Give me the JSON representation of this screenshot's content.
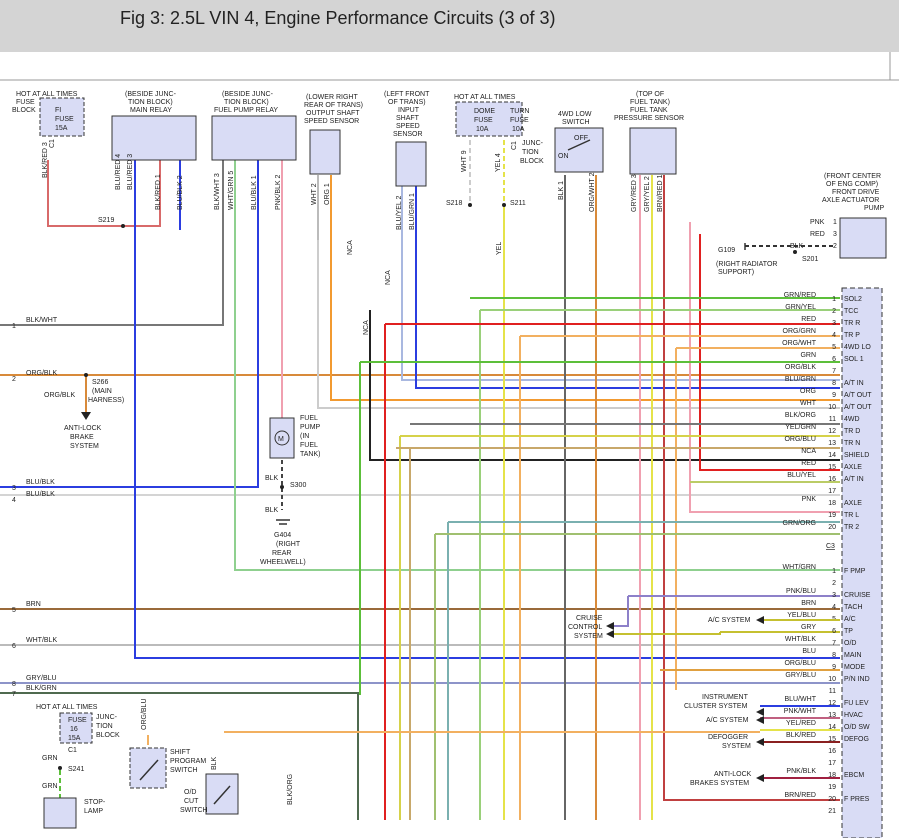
{
  "header": {
    "title": "Fig 3: 2.5L VIN 4, Engine Performance Circuits (3 of 3)"
  },
  "top_components": {
    "fuse_block": {
      "l1": "HOT AT ALL TIMES",
      "l2": "FUSE",
      "l3": "BLOCK",
      "fuse1": "FI",
      "fuse2": "FUSE",
      "fuse3": "15A",
      "c": "C1"
    },
    "main_relay": {
      "l1": "(BESIDE JUNC-",
      "l2": "TION BLOCK)",
      "l3": "MAIN RELAY"
    },
    "fuel_pump_relay": {
      "l1": "(BESIDE JUNC-",
      "l2": "TION BLOCK)",
      "l3": "FUEL PUMP RELAY"
    },
    "output_sensor": {
      "l1": "(LOWER RIGHT",
      "l2": "REAR OF TRANS)",
      "l3": "OUTPUT SHAFT",
      "l4": "SPEED SENSOR"
    },
    "input_sensor": {
      "l1": "(LEFT FRONT",
      "l2": "OF TRANS)",
      "l3": "INPUT",
      "l4": "SHAFT",
      "l5": "SPEED",
      "l6": "SENSOR"
    },
    "junction_block": {
      "l1": "HOT AT ALL TIMES",
      "dome1": "DOME",
      "dome2": "FUSE",
      "dome3": "10A",
      "turn1": "TURN",
      "turn2": "FUSE",
      "turn3": "10A",
      "j1": "JUNC-",
      "j2": "TION",
      "j3": "BLOCK",
      "c": "C1"
    },
    "low_switch": {
      "l1": "4WD LOW",
      "l2": "SWITCH",
      "off": "OFF",
      "on": "ON"
    },
    "pressure_sensor": {
      "l1": "(TOP OF",
      "l2": "FUEL TANK)",
      "l3": "FUEL TANK",
      "l4": "PRESSURE SENSOR"
    },
    "axle_pump": {
      "l1": "(FRONT CENTER",
      "l2": "OF ENG COMP)",
      "l3": "FRONT DRIVE",
      "l4": "AXLE ACTUATOR",
      "l5": "PUMP"
    }
  },
  "vertical_wire_labels": {
    "blk_red_3": "BLK/RED 3",
    "blu_red_4": "BLU/RED 4",
    "blu_red_3": "BLU/RED 3",
    "blk_red_1": "BLK/RED 1",
    "blu_blk_2": "BLU/BLK 2",
    "blk_wht_3": "BLK/WHT 3",
    "wht_grn_5": "WHT/GRN 5",
    "blu_blk_1": "BLU/BLK 1",
    "pnk_blk_2": "PNK/BLK 2",
    "wht_2": "WHT 2",
    "org_1": "ORG 1",
    "blu_yel_2": "BLU/YEL 2",
    "blu_grn_1": "BLU/GRN 1",
    "wht_9": "WHT 9",
    "yel_4": "YEL 4",
    "blk_1": "BLK 1",
    "org_wht_2": "ORG/WHT 2",
    "gry_red_3": "GRY/RED 3",
    "gry_yel_2": "GRY/YEL 2",
    "brn_red_1": "BRN/RED 1",
    "nca1": "NCA",
    "nca2": "NCA",
    "nca3": "NCA",
    "yel": "YEL",
    "org_blu": "ORG/BLU",
    "blk_org": "BLK/ORG",
    "blk": "BLK"
  },
  "splices": {
    "s219": "S219",
    "s218": "S218",
    "s211": "S211",
    "s201": "S201",
    "s266": "S266",
    "s266b": "(MAIN",
    "s266c": "HARNESS)",
    "s300": "S300",
    "s241": "S241"
  },
  "grounds": {
    "g109": "G109",
    "g109b": "(RIGHT RADIATOR",
    "g109c": "SUPPORT)",
    "g404": "G404",
    "g404b": "(RIGHT",
    "g404c": "REAR",
    "g404d": "WHEELWELL)"
  },
  "pump_wires": [
    {
      "color": "PNK",
      "pin": "1"
    },
    {
      "color": "RED",
      "pin": "3"
    },
    {
      "color": "BLK",
      "pin": "2"
    }
  ],
  "left_wires": [
    {
      "num": "1",
      "label": "BLK/WHT"
    },
    {
      "num": "2",
      "label": "ORG/BLK"
    },
    {
      "num": "3",
      "label": "BLU/BLK"
    },
    {
      "num": "4",
      "label": "BLU/BLK"
    },
    {
      "num": "5",
      "label": "BRN"
    },
    {
      "num": "6",
      "label": "WHT/BLK"
    },
    {
      "num": "7",
      "label": "BLK/GRN"
    },
    {
      "num": "8",
      "label": "GRY/BLU"
    }
  ],
  "left_misc": {
    "org_blk": "ORG/BLK",
    "abs1": "ANTI-LOCK",
    "abs2": "BRAKE",
    "abs3": "SYSTEM",
    "fp1": "FUEL",
    "fp2": "PUMP",
    "fp3": "(IN",
    "fp4": "FUEL",
    "fp5": "TANK)",
    "fp_blk": "BLK",
    "fp_blk2": "BLK",
    "hot2": "HOT AT ALL TIMES",
    "fuse16a": "FUSE",
    "fuse16b": "16",
    "fuse16c": "15A",
    "jb1": "JUNC-",
    "jb2": "TION",
    "jb3": "BLOCK",
    "c1": "C1",
    "grn": "GRN",
    "grn2": "GRN",
    "stop1": "STOP-",
    "stop2": "LAMP",
    "sp1": "SHIFT",
    "sp2": "PROGRAM",
    "sp3": "SWITCH",
    "od1": "O/D",
    "od2": "CUT",
    "od3": "SWITCH"
  },
  "connector_c3": [
    {
      "pin": "1",
      "wire": "GRN/RED",
      "term": "SOL2"
    },
    {
      "pin": "2",
      "wire": "GRN/YEL",
      "term": "TCC"
    },
    {
      "pin": "3",
      "wire": "RED",
      "term": "TR R"
    },
    {
      "pin": "4",
      "wire": "ORG/GRN",
      "term": "TR P"
    },
    {
      "pin": "5",
      "wire": "ORG/WHT",
      "term": "4WD LO"
    },
    {
      "pin": "6",
      "wire": "GRN",
      "term": "SOL 1"
    },
    {
      "pin": "7",
      "wire": "ORG/BLK",
      "term": ""
    },
    {
      "pin": "8",
      "wire": "BLU/GRN",
      "term": "A/T IN"
    },
    {
      "pin": "9",
      "wire": "ORG",
      "term": "A/T OUT"
    },
    {
      "pin": "10",
      "wire": "WHT",
      "term": "A/T OUT"
    },
    {
      "pin": "11",
      "wire": "BLK/ORG",
      "term": "4WD"
    },
    {
      "pin": "12",
      "wire": "YEL/GRN",
      "term": "TR D"
    },
    {
      "pin": "13",
      "wire": "ORG/BLU",
      "term": "TR N"
    },
    {
      "pin": "14",
      "wire": "NCA",
      "term": "SHIELD"
    },
    {
      "pin": "15",
      "wire": "RED",
      "term": "AXLE"
    },
    {
      "pin": "16",
      "wire": "BLU/YEL",
      "term": "A/T IN"
    },
    {
      "pin": "17",
      "wire": "",
      "term": ""
    },
    {
      "pin": "18",
      "wire": "PNK",
      "term": "AXLE"
    },
    {
      "pin": "19",
      "wire": "",
      "term": "TR L"
    },
    {
      "pin": "20",
      "wire": "GRN/ORG",
      "term": "TR 2"
    }
  ],
  "c3_label": "C3",
  "connector_c2": [
    {
      "pin": "1",
      "wire": "WHT/GRN",
      "term": "F PMP"
    },
    {
      "pin": "2",
      "wire": "",
      "term": ""
    },
    {
      "pin": "3",
      "wire": "PNK/BLU",
      "term": "CRUISE"
    },
    {
      "pin": "4",
      "wire": "BRN",
      "term": "TACH"
    },
    {
      "pin": "5",
      "wire": "YEL/BLU",
      "term": "A/C"
    },
    {
      "pin": "6",
      "wire": "GRY",
      "term": "TP"
    },
    {
      "pin": "7",
      "wire": "WHT/BLK",
      "term": "O/D"
    },
    {
      "pin": "8",
      "wire": "BLU",
      "term": "MAIN"
    },
    {
      "pin": "9",
      "wire": "ORG/BLU",
      "term": "MODE"
    },
    {
      "pin": "10",
      "wire": "GRY/BLU",
      "term": "P/N IND"
    },
    {
      "pin": "11",
      "wire": "",
      "term": ""
    },
    {
      "pin": "12",
      "wire": "BLU/WHT",
      "term": "FU LEV"
    },
    {
      "pin": "13",
      "wire": "PNK/WHT",
      "term": "HVAC"
    },
    {
      "pin": "14",
      "wire": "YEL/RED",
      "term": "O/D SW"
    },
    {
      "pin": "15",
      "wire": "BLK/RED",
      "term": "DEFOG"
    },
    {
      "pin": "16",
      "wire": "",
      "term": ""
    },
    {
      "pin": "17",
      "wire": "",
      "term": ""
    },
    {
      "pin": "18",
      "wire": "PNK/BLK",
      "term": "EBCM"
    },
    {
      "pin": "19",
      "wire": "",
      "term": ""
    },
    {
      "pin": "20",
      "wire": "BRN/RED",
      "term": "F PRES"
    },
    {
      "pin": "21",
      "wire": "",
      "term": ""
    }
  ],
  "right_systems": {
    "cruise1": "CRUISE",
    "cruise2": "CONTROL",
    "cruise3": "SYSTEM",
    "ac": "A/C SYSTEM",
    "ic1": "INSTRUMENT",
    "ic2": "CLUSTER SYSTEM",
    "ac2": "A/C SYSTEM",
    "def1": "DEFOGGER",
    "def2": "SYSTEM",
    "abs1": "ANTI-LOCK",
    "abs2": "BRAKES SYSTEM"
  },
  "wire_colors": {
    "red": "#e02020",
    "blue": "#2b3de0",
    "green": "#5cbf3a",
    "orange": "#f29a30",
    "yellow": "#e5e34a",
    "pink": "#f0a0b0",
    "brown": "#9a6a3a",
    "gray": "#9a9a9a",
    "black": "#333333",
    "module": "#d9dcf5"
  }
}
